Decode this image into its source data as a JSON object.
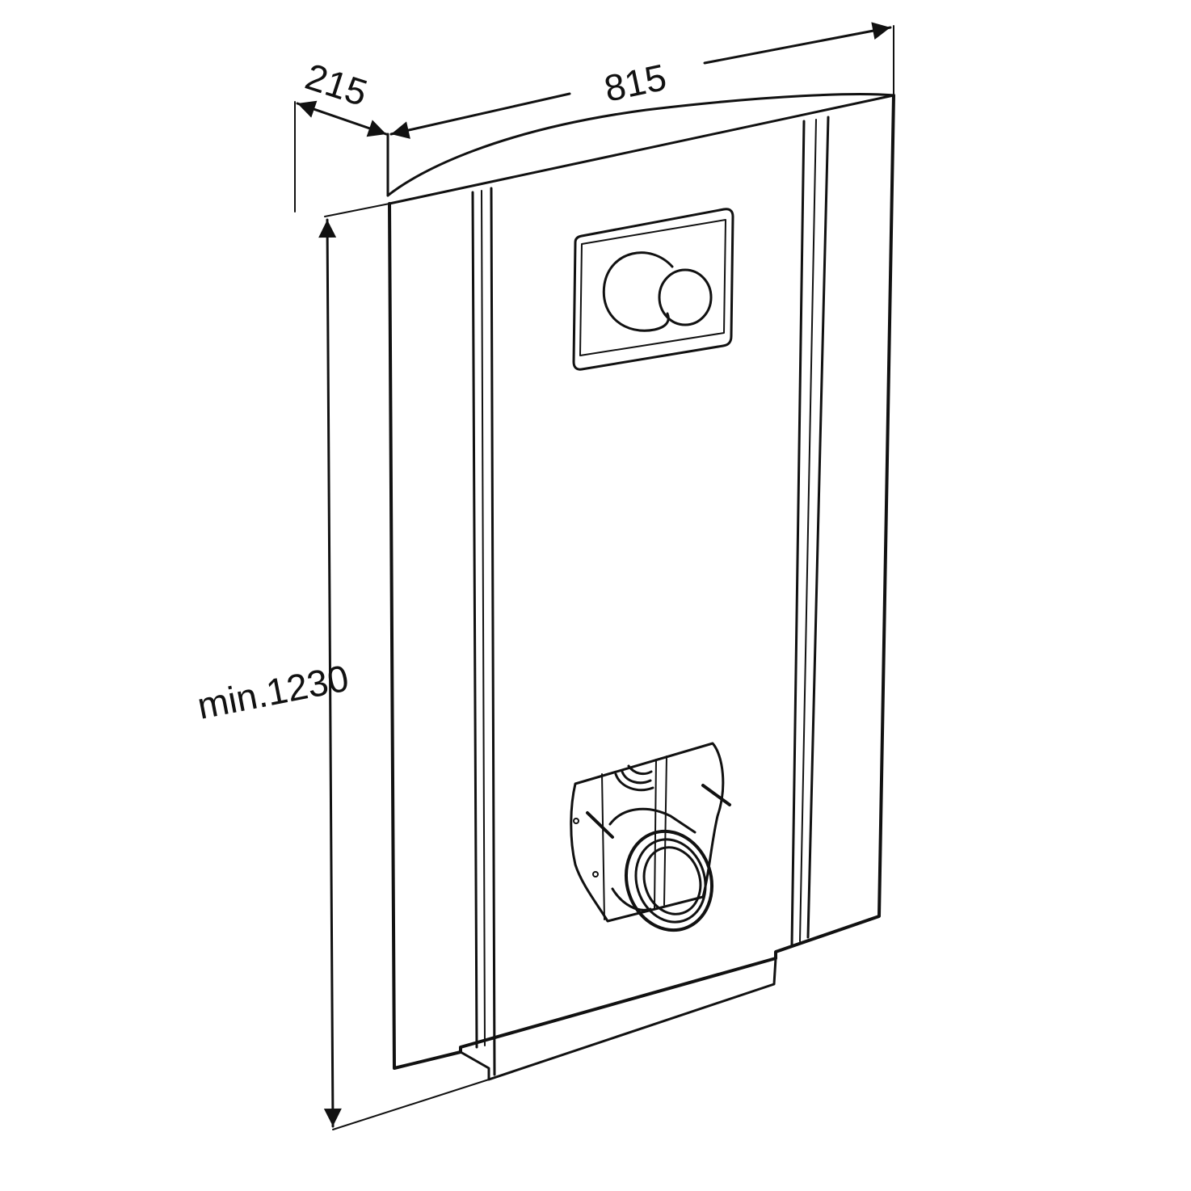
{
  "dimensions": {
    "depth": "215",
    "width": "815",
    "height": "min.1230"
  },
  "colors": {
    "line": "#111111",
    "background": "#ffffff"
  }
}
